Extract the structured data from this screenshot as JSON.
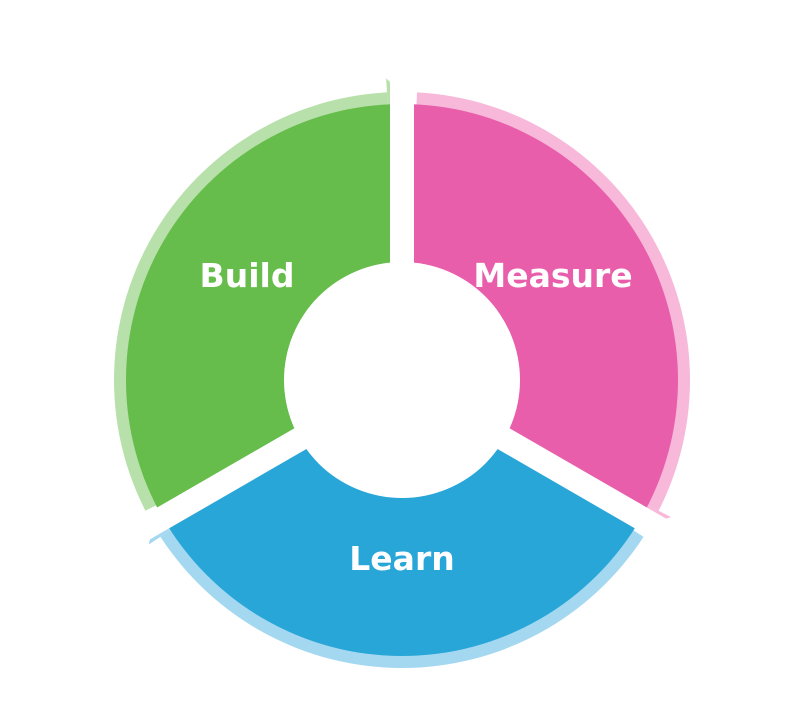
{
  "diagram": {
    "type": "cycle",
    "stages": [
      {
        "label": "Build",
        "color": "#66bd4b",
        "rim_color": "#b8e0aa"
      },
      {
        "label": "Measure",
        "color": "#e85eab",
        "rim_color": "#f7b8da"
      },
      {
        "label": "Learn",
        "color": "#29a6d8",
        "rim_color": "#a4d8f0"
      }
    ]
  }
}
